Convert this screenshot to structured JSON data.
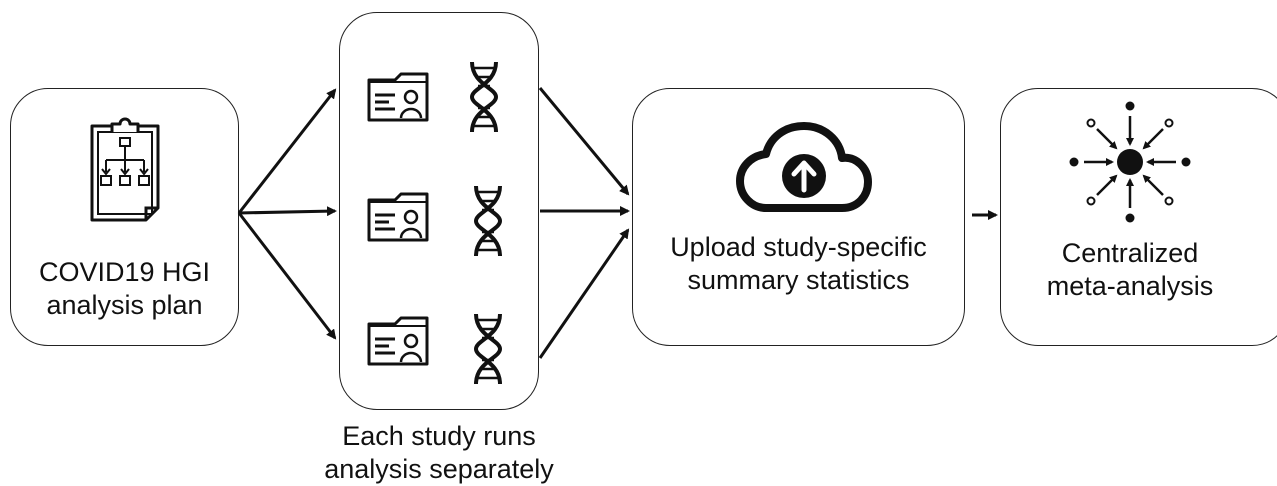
{
  "diagram": {
    "plan": {
      "label": "COVID19 HGI\nanalysis plan",
      "icon": "clipboard-flowchart-icon"
    },
    "studies": {
      "caption": "Each study runs\nanalysis separately",
      "rows": [
        {
          "icons": [
            "id-card-folder-icon",
            "dna-icon"
          ]
        },
        {
          "icons": [
            "id-card-folder-icon",
            "dna-icon"
          ]
        },
        {
          "icons": [
            "id-card-folder-icon",
            "dna-icon"
          ]
        }
      ]
    },
    "upload": {
      "label": "Upload study-specific\nsummary statistics",
      "icon": "cloud-upload-icon"
    },
    "meta": {
      "label": "Centralized\nmeta-analysis",
      "icon": "converge-hub-icon"
    }
  }
}
